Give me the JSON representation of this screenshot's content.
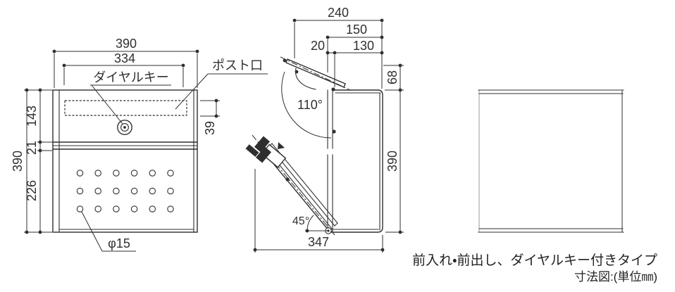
{
  "caption": {
    "title_line": "前入れ・前出し、ダイヤルキー付きタイプ",
    "unit_line": "寸法図:(単位㎜)"
  },
  "front": {
    "width_total": "390",
    "slot_width": "334",
    "dial_key_label": "ダイヤルキー",
    "post_slot_label": "ポスト口",
    "height_total": "390",
    "upper_height": "143",
    "frame_gap": "21",
    "lower_height": "226",
    "slot_height": "39",
    "hole_label": "φ15",
    "holes": {
      "rows": 3,
      "cols": 6
    }
  },
  "side": {
    "depth_total": "240",
    "depth_body": "150",
    "depth_front": "20",
    "depth_rear": "130",
    "lid_height": "68",
    "body_height": "390",
    "open_depth": "347",
    "lid_angle": "110°",
    "door_angle": "45°"
  },
  "colors": {
    "line": "#2f2f2f",
    "light_edge": "#9a9a9a"
  }
}
